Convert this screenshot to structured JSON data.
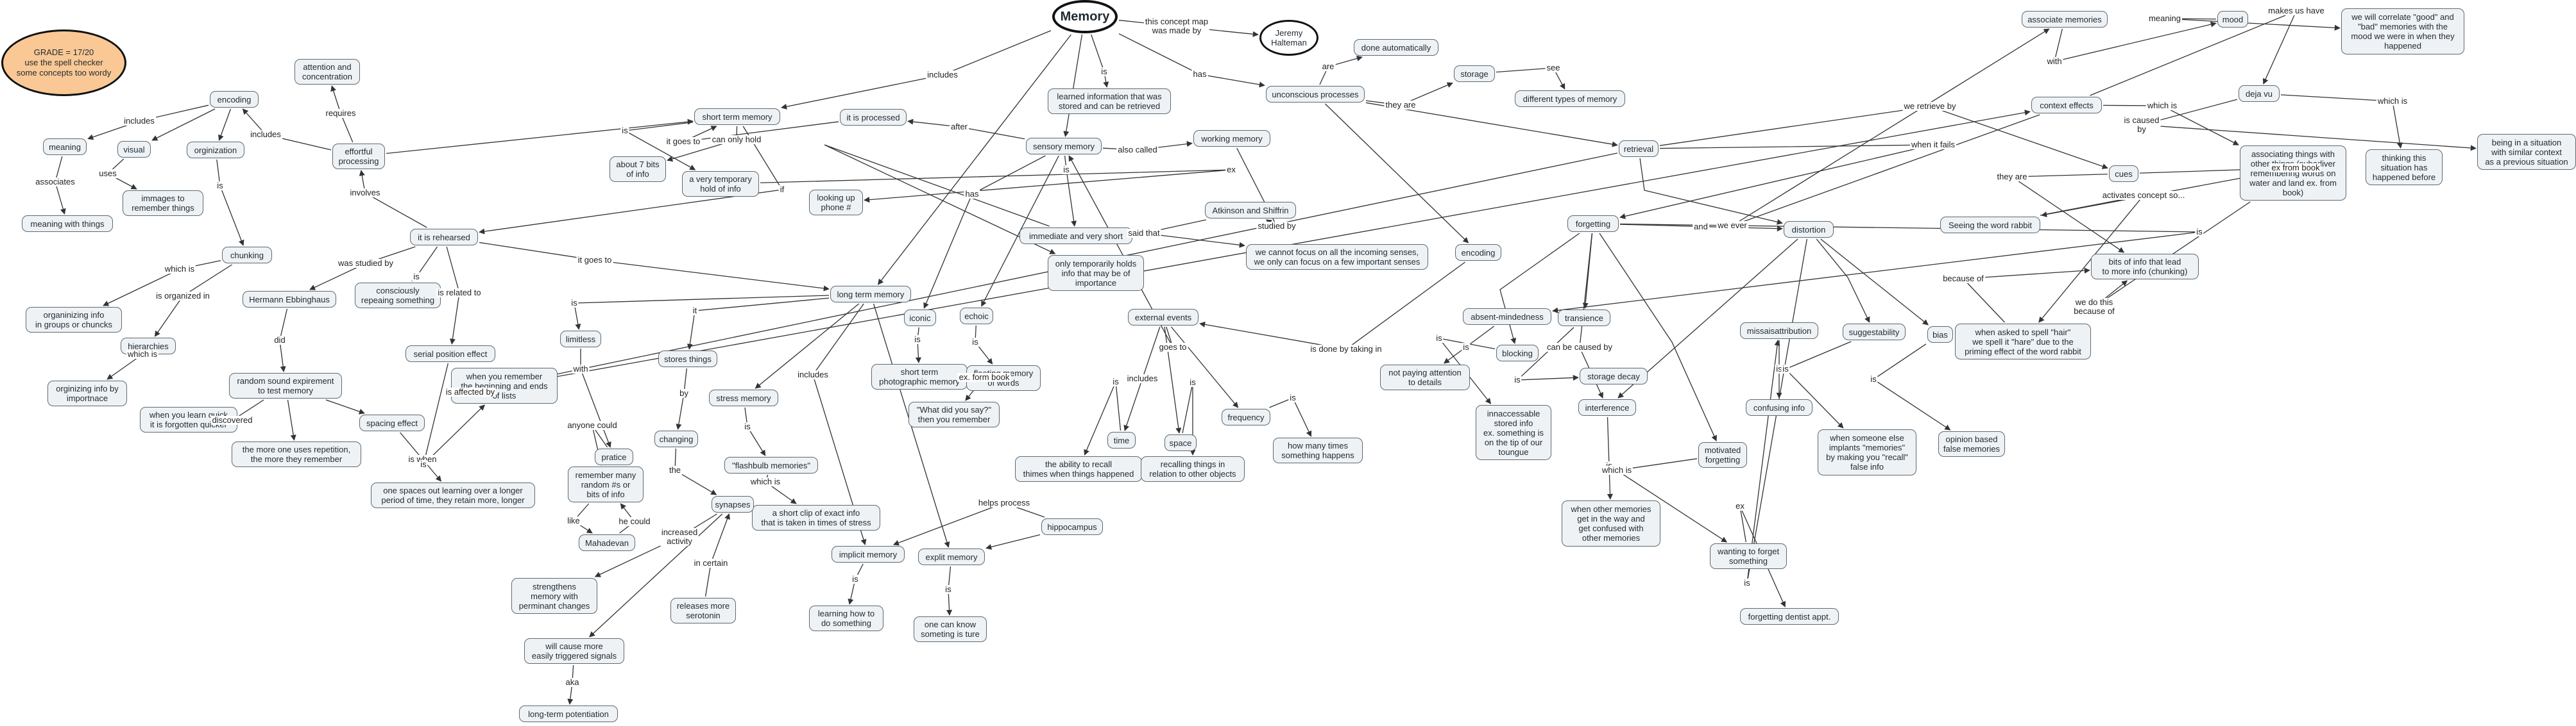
{
  "nodes": [
    {
      "id": "title",
      "text": "Memory",
      "variant": "title"
    },
    {
      "id": "person",
      "text": "Jeremy\nHalteman",
      "variant": "person"
    },
    {
      "id": "grade",
      "text": "GRADE = 17/20\nuse the spell checker\nsome concepts too wordy",
      "variant": "grade"
    },
    {
      "id": "learned",
      "text": "learned information that was\nstored and can be retrieved"
    },
    {
      "id": "unconscious",
      "text": "unconscious processes"
    },
    {
      "id": "doneauto",
      "text": "done automatically"
    },
    {
      "id": "storage",
      "text": "storage"
    },
    {
      "id": "difftypes",
      "text": "different types of memory"
    },
    {
      "id": "retrieval",
      "text": "retrieval"
    },
    {
      "id": "sensory",
      "text": "sensory memory"
    },
    {
      "id": "isprocessed",
      "text": "it is processed"
    },
    {
      "id": "stm",
      "text": "short term memory"
    },
    {
      "id": "about7",
      "text": "about 7 bits\nof info"
    },
    {
      "id": "temphold",
      "text": "a very temporary\nhold of info"
    },
    {
      "id": "phone",
      "text": "looking up\nphone #"
    },
    {
      "id": "working",
      "text": "working memory"
    },
    {
      "id": "atkinson",
      "text": "Atkinson and Shiffrin"
    },
    {
      "id": "cannotfocus",
      "text": "we cannot focus on all the incoming senses,\nwe only can focus on a few important senses"
    },
    {
      "id": "immediate",
      "text": "immediate and very short"
    },
    {
      "id": "onlytemp",
      "text": "only temporarily holds\ninfo that may be of\nimportance"
    },
    {
      "id": "iconic",
      "text": "iconic"
    },
    {
      "id": "echoic",
      "text": "echoic"
    },
    {
      "id": "shortphoto",
      "text": "short term\nphotographic memory"
    },
    {
      "id": "fleeting",
      "text": "fleeting memory\nof words"
    },
    {
      "id": "whatsay",
      "text": "\"What did you say?\"\nthen you remember"
    },
    {
      "id": "external",
      "text": "external events"
    },
    {
      "id": "time",
      "text": "time"
    },
    {
      "id": "space",
      "text": "space"
    },
    {
      "id": "frequency",
      "text": "frequency"
    },
    {
      "id": "recalltimes",
      "text": "the ability to recall\nthimes when things happened"
    },
    {
      "id": "recallthings",
      "text": "recalling things in\nrelation to other objects"
    },
    {
      "id": "howmany",
      "text": "how many times\nsomething happens"
    },
    {
      "id": "ltm",
      "text": "long term memory"
    },
    {
      "id": "limitless",
      "text": "limitless"
    },
    {
      "id": "stores",
      "text": "stores things"
    },
    {
      "id": "pratice",
      "text": "pratice"
    },
    {
      "id": "remembermany",
      "text": "remember many\nrandom #s or\nbits of info"
    },
    {
      "id": "mahadevan",
      "text": "Mahadevan"
    },
    {
      "id": "changing",
      "text": "changing"
    },
    {
      "id": "stressmem",
      "text": "stress memory"
    },
    {
      "id": "flashbulb",
      "text": "\"flashbulb memories\""
    },
    {
      "id": "shortclip",
      "text": "a short clip of exact info\nthat is taken in times of stress"
    },
    {
      "id": "synapses",
      "text": "synapses"
    },
    {
      "id": "strengthens",
      "text": "strengthens\nmemory with\nperminant changes"
    },
    {
      "id": "serotonin",
      "text": "releases more\nserotonin"
    },
    {
      "id": "willcause",
      "text": "will cause more\neasily triggered signals"
    },
    {
      "id": "ltpot",
      "text": "long-term potentiation"
    },
    {
      "id": "implicit",
      "text": "implicit memory"
    },
    {
      "id": "explicit",
      "text": "explit memory"
    },
    {
      "id": "hippocampus",
      "text": "hippocampus"
    },
    {
      "id": "learnhow",
      "text": "learning how to\ndo something"
    },
    {
      "id": "oneknow",
      "text": "one can know\nsometing is ture"
    },
    {
      "id": "encoding",
      "text": "encoding"
    },
    {
      "id": "encoding2",
      "text": "encoding"
    },
    {
      "id": "attention",
      "text": "attention and\nconcentration"
    },
    {
      "id": "effortful",
      "text": "effortful\nprocessing"
    },
    {
      "id": "rehearsed",
      "text": "it is rehearsed"
    },
    {
      "id": "meaning",
      "text": "meaning"
    },
    {
      "id": "visual",
      "text": "visual"
    },
    {
      "id": "organization",
      "text": "orginization"
    },
    {
      "id": "meaningthings",
      "text": "meaning with things"
    },
    {
      "id": "immages",
      "text": "immages to\nremember things"
    },
    {
      "id": "chunking",
      "text": "chunking"
    },
    {
      "id": "organizingchunks",
      "text": "organinizing info\nin groups or chuncks"
    },
    {
      "id": "hierarchies",
      "text": "hierarchies"
    },
    {
      "id": "orgimportance",
      "text": "orginizing info by\nimportnace"
    },
    {
      "id": "ebbinghaus",
      "text": "Hermann Ebbinghaus"
    },
    {
      "id": "randomsound",
      "text": "random sound expirement\nto test memory"
    },
    {
      "id": "consciously",
      "text": "consciously\nrepeaing something"
    },
    {
      "id": "serialpos",
      "text": "serial position effect"
    },
    {
      "id": "whenremember",
      "text": "when you remember\nthe beginning and ends\nof lists"
    },
    {
      "id": "whenlearn",
      "text": "when you learn quick\nit is forgotten quicker"
    },
    {
      "id": "spacing",
      "text": "spacing effect"
    },
    {
      "id": "moreuses",
      "text": "the more one uses repetition,\nthe more they remember"
    },
    {
      "id": "onespaces",
      "text": "one spaces out learning over a longer\nperiod of time, they retain more, longer"
    },
    {
      "id": "contexteffects",
      "text": "context effects"
    },
    {
      "id": "associatememories",
      "text": "associate memories"
    },
    {
      "id": "mood",
      "text": "mood"
    },
    {
      "id": "correlate",
      "text": "we will correlate \"good\" and\n\"bad\" memories with the\nmood we were in when they\nhappened"
    },
    {
      "id": "dejavu",
      "text": "deja vu"
    },
    {
      "id": "beingsituation",
      "text": "being in a situation\nwith similar context\nas a previous situation"
    },
    {
      "id": "associatingthings",
      "text": "associating things with\nother things (subadiver\nremembering words on\nwater and land ex. from\nbook)"
    },
    {
      "id": "thinkingthis",
      "text": "thinking this\nsituation has\nhappened before"
    },
    {
      "id": "cues",
      "text": "cues"
    },
    {
      "id": "seeingrabbit",
      "text": "Seeing the word rabbit"
    },
    {
      "id": "bitsofinfo",
      "text": "bits of info that lead\nto more info (chunking)"
    },
    {
      "id": "whenasked",
      "text": "when asked to spell \"hair\"\nwe spell it \"hare\" due to the\npriming effect of the word rabbit"
    },
    {
      "id": "forgetting",
      "text": "forgetting"
    },
    {
      "id": "distortion",
      "text": "distortion"
    },
    {
      "id": "absentmind",
      "text": "absent-mindedness"
    },
    {
      "id": "blocking",
      "text": "blocking"
    },
    {
      "id": "transience",
      "text": "transience"
    },
    {
      "id": "notpaying",
      "text": "not paying attention\nto details"
    },
    {
      "id": "inaccessable",
      "text": "innaccessable\nstored info\nex. something is\non the tip of our\ntoungue"
    },
    {
      "id": "storagedecay",
      "text": "storage decay"
    },
    {
      "id": "interference",
      "text": "interference"
    },
    {
      "id": "whenother",
      "text": "when other memories\nget in the way and\nget confused with\nother memories"
    },
    {
      "id": "motivated",
      "text": "motivated\nforgetting"
    },
    {
      "id": "wanting",
      "text": "wanting to forget\nsomething"
    },
    {
      "id": "dentist",
      "text": "forgetting dentist appt."
    },
    {
      "id": "missattrib",
      "text": "missaisattribution"
    },
    {
      "id": "confusing",
      "text": "confusing info"
    },
    {
      "id": "suggest",
      "text": "suggestability"
    },
    {
      "id": "whensomeone",
      "text": "when someone else\nimplants \"memories\"\nby making you \"recall\"\nfalse info"
    },
    {
      "id": "bias",
      "text": "bias"
    },
    {
      "id": "opinion",
      "text": "opinion based\nfalse memories"
    }
  ],
  "links": [
    {
      "from": "title",
      "to": "person",
      "label": "this concept map\nwas made by"
    },
    {
      "from": "title",
      "to": "learned",
      "label": "is"
    },
    {
      "from": "title",
      "to": "unconscious",
      "label": "has"
    },
    {
      "from": "title",
      "to": "stm",
      "label": "includes"
    },
    {
      "from": "title",
      "to": "ltm",
      "label": ""
    },
    {
      "from": "title",
      "to": "sensory",
      "label": ""
    },
    {
      "from": "unconscious",
      "to": "doneauto",
      "label": "are"
    },
    {
      "from": "unconscious",
      "to": "storage",
      "label": "they are"
    },
    {
      "from": "unconscious",
      "to": "retrieval",
      "label": ""
    },
    {
      "from": "unconscious",
      "to": "encoding2",
      "label": ""
    },
    {
      "from": "storage",
      "to": "difftypes",
      "label": "see"
    },
    {
      "from": "sensory",
      "to": "isprocessed",
      "label": "after"
    },
    {
      "from": "sensory",
      "to": "working",
      "label": "also called"
    },
    {
      "from": "sensory",
      "to": "immediate",
      "label": "is"
    },
    {
      "from": "sensory",
      "to": "iconic",
      "label": "has"
    },
    {
      "from": "sensory",
      "to": "echoic",
      "label": ""
    },
    {
      "from": "immediate",
      "to": "onlytemp",
      "label": ""
    },
    {
      "from": "isprocessed",
      "to": "stm",
      "label": "it goes to"
    },
    {
      "from": "stm",
      "to": "about7",
      "label": "can only hold"
    },
    {
      "from": "stm",
      "to": "temphold",
      "label": "is"
    },
    {
      "from": "stm",
      "to": "rehearsed",
      "label": "if"
    },
    {
      "from": "temphold",
      "to": "phone",
      "label": "ex"
    },
    {
      "from": "working",
      "to": "atkinson",
      "label": "studied by"
    },
    {
      "from": "atkinson",
      "to": "cannotfocus",
      "label": "said that"
    },
    {
      "from": "external",
      "to": "sensory",
      "label": "goes to"
    },
    {
      "from": "external",
      "to": "time",
      "label": "includes"
    },
    {
      "from": "external",
      "to": "space",
      "label": ""
    },
    {
      "from": "external",
      "to": "frequency",
      "label": ""
    },
    {
      "from": "time",
      "to": "recalltimes",
      "label": "is"
    },
    {
      "from": "space",
      "to": "recallthings",
      "label": "is"
    },
    {
      "from": "frequency",
      "to": "howmany",
      "label": "is"
    },
    {
      "from": "encoding2",
      "to": "external",
      "label": "is done by taking in"
    },
    {
      "from": "iconic",
      "to": "shortphoto",
      "label": "is"
    },
    {
      "from": "echoic",
      "to": "fleeting",
      "label": "is"
    },
    {
      "from": "fleeting",
      "to": "whatsay",
      "label": "ex. form book"
    },
    {
      "from": "ltm",
      "to": "limitless",
      "label": "is"
    },
    {
      "from": "ltm",
      "to": "stores",
      "label": "it"
    },
    {
      "from": "ltm",
      "to": "implicit",
      "label": "includes"
    },
    {
      "from": "ltm",
      "to": "explicit",
      "label": ""
    },
    {
      "from": "ltm",
      "to": "stressmem",
      "label": ""
    },
    {
      "from": "limitless",
      "to": "pratice",
      "label": "with"
    },
    {
      "from": "pratice",
      "to": "remembermany",
      "label": "anyone could"
    },
    {
      "from": "remembermany",
      "to": "mahadevan",
      "label": "like"
    },
    {
      "from": "mahadevan",
      "to": "remembermany",
      "label": "he could"
    },
    {
      "from": "stores",
      "to": "changing",
      "label": "by"
    },
    {
      "from": "changing",
      "to": "synapses",
      "label": "the"
    },
    {
      "from": "synapses",
      "to": "strengthens",
      "label": "increased\nactivity"
    },
    {
      "from": "synapses",
      "to": "willcause",
      "label": ""
    },
    {
      "from": "serotonin",
      "to": "synapses",
      "label": "in certain"
    },
    {
      "from": "willcause",
      "to": "ltpot",
      "label": "aka"
    },
    {
      "from": "stressmem",
      "to": "flashbulb",
      "label": "is"
    },
    {
      "from": "flashbulb",
      "to": "shortclip",
      "label": "which is"
    },
    {
      "from": "hippocampus",
      "to": "implicit",
      "label": "helps process"
    },
    {
      "from": "hippocampus",
      "to": "explicit",
      "label": ""
    },
    {
      "from": "implicit",
      "to": "learnhow",
      "label": "is"
    },
    {
      "from": "explicit",
      "to": "oneknow",
      "label": "is"
    },
    {
      "from": "rehearsed",
      "to": "ltm",
      "label": "it goes to"
    },
    {
      "from": "rehearsed",
      "to": "ebbinghaus",
      "label": "was studied by"
    },
    {
      "from": "rehearsed",
      "to": "consciously",
      "label": "is"
    },
    {
      "from": "rehearsed",
      "to": "serialpos",
      "label": "is related to"
    },
    {
      "from": "rehearsed",
      "to": "effortful",
      "label": "involves"
    },
    {
      "from": "effortful",
      "to": "attention",
      "label": "requires"
    },
    {
      "from": "effortful",
      "to": "encoding",
      "label": "includes"
    },
    {
      "from": "effortful",
      "to": "stm",
      "label": ""
    },
    {
      "from": "encoding",
      "to": "meaning",
      "label": "includes"
    },
    {
      "from": "encoding",
      "to": "visual",
      "label": ""
    },
    {
      "from": "encoding",
      "to": "organization",
      "label": ""
    },
    {
      "from": "meaning",
      "to": "meaningthings",
      "label": "associates"
    },
    {
      "from": "visual",
      "to": "immages",
      "label": "uses"
    },
    {
      "from": "organization",
      "to": "chunking",
      "label": "is"
    },
    {
      "from": "chunking",
      "to": "organizingchunks",
      "label": "which is"
    },
    {
      "from": "chunking",
      "to": "hierarchies",
      "label": "is organized in"
    },
    {
      "from": "hierarchies",
      "to": "orgimportance",
      "label": "which is"
    },
    {
      "from": "ebbinghaus",
      "to": "randomsound",
      "label": "did"
    },
    {
      "from": "randomsound",
      "to": "whenlearn",
      "label": "discovered"
    },
    {
      "from": "randomsound",
      "to": "spacing",
      "label": ""
    },
    {
      "from": "randomsound",
      "to": "moreuses",
      "label": ""
    },
    {
      "from": "spacing",
      "to": "onespaces",
      "label": "is when"
    },
    {
      "from": "serialpos",
      "to": "whenremember",
      "label": "is"
    },
    {
      "from": "retrieval",
      "to": "contexteffects",
      "label": "is affected by"
    },
    {
      "from": "retrieval",
      "to": "cues",
      "label": "we retrieve by"
    },
    {
      "from": "retrieval",
      "to": "forgetting",
      "label": "when it fails"
    },
    {
      "from": "retrieval",
      "to": "distortion",
      "label": ""
    },
    {
      "from": "forgetting",
      "to": "distortion",
      "label": "and"
    },
    {
      "from": "contexteffects",
      "to": "associatememories",
      "label": "we ever"
    },
    {
      "from": "associatememories",
      "to": "mood",
      "label": "with"
    },
    {
      "from": "mood",
      "to": "correlate",
      "label": "meaning"
    },
    {
      "from": "contexteffects",
      "to": "dejavu",
      "label": "makes us have"
    },
    {
      "from": "contexteffects",
      "to": "associatingthings",
      "label": "which is"
    },
    {
      "from": "dejavu",
      "to": "beingsituation",
      "label": "is caused\nby"
    },
    {
      "from": "dejavu",
      "to": "thinkingthis",
      "label": "which is"
    },
    {
      "from": "cues",
      "to": "seeingrabbit",
      "label": "ex from book"
    },
    {
      "from": "cues",
      "to": "bitsofinfo",
      "label": "they are"
    },
    {
      "from": "seeingrabbit",
      "to": "whenasked",
      "label": "activates concept so..."
    },
    {
      "from": "whenasked",
      "to": "bitsofinfo",
      "label": "because of"
    },
    {
      "from": "associatingthings",
      "to": "bitsofinfo",
      "label": "we do this\nbecause of"
    },
    {
      "from": "forgetting",
      "to": "absentmind",
      "label": "is"
    },
    {
      "from": "forgetting",
      "to": "blocking",
      "label": ""
    },
    {
      "from": "forgetting",
      "to": "transience",
      "label": ""
    },
    {
      "from": "absentmind",
      "to": "notpaying",
      "label": "is"
    },
    {
      "from": "blocking",
      "to": "inaccessable",
      "label": "is"
    },
    {
      "from": "transience",
      "to": "storagedecay",
      "label": "is"
    },
    {
      "from": "forgetting",
      "to": "interference",
      "label": "can be caused by"
    },
    {
      "from": "forgetting",
      "to": "motivated",
      "label": ""
    },
    {
      "from": "distortion",
      "to": "interference",
      "label": ""
    },
    {
      "from": "interference",
      "to": "whenother",
      "label": "is"
    },
    {
      "from": "motivated",
      "to": "wanting",
      "label": "which is"
    },
    {
      "from": "wanting",
      "to": "dentist",
      "label": "ex"
    },
    {
      "from": "distortion",
      "to": "missattrib",
      "label": "is"
    },
    {
      "from": "distortion",
      "to": "suggest",
      "label": ""
    },
    {
      "from": "distortion",
      "to": "bias",
      "label": ""
    },
    {
      "from": "missattrib",
      "to": "confusing",
      "label": "is"
    },
    {
      "from": "suggest",
      "to": "whensomeone",
      "label": "is"
    },
    {
      "from": "bias",
      "to": "opinion",
      "label": "is"
    }
  ]
}
